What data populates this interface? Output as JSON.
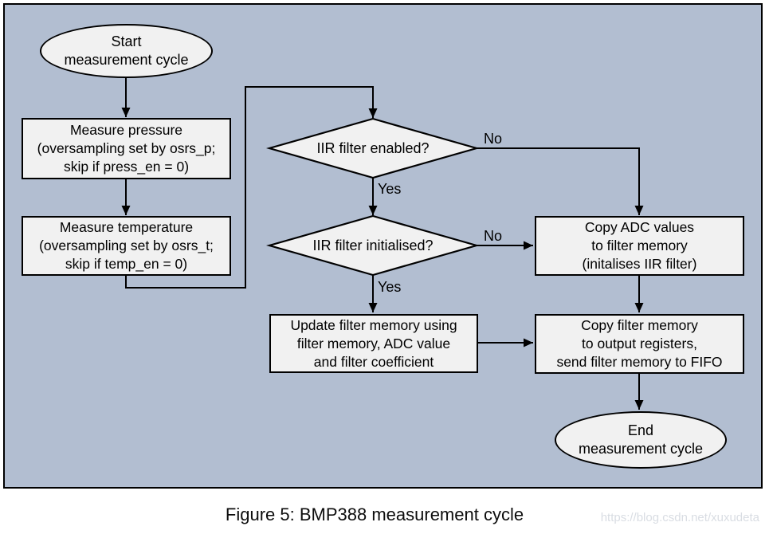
{
  "figure": {
    "caption": "Figure 5: BMP388 measurement cycle",
    "watermark": "https://blog.csdn.net/xuxudeta"
  },
  "colors": {
    "diagram_background": "#b2bed1",
    "node_fill": "#f1f1f1",
    "stroke": "#000000",
    "watermark_text": "#d9dde3"
  },
  "flowchart": {
    "nodes": {
      "start": {
        "type": "terminator",
        "text": "Start\nmeasurement cycle"
      },
      "measure_pressure": {
        "type": "process",
        "text": "Measure pressure\n(oversampling set by osrs_p;\nskip if press_en = 0)"
      },
      "measure_temperature": {
        "type": "process",
        "text": "Measure temperature\n(oversampling set by osrs_t;\nskip if temp_en = 0)"
      },
      "iir_enabled": {
        "type": "decision",
        "text": "IIR filter enabled?"
      },
      "iir_initialised": {
        "type": "decision",
        "text": "IIR filter initialised?"
      },
      "copy_adc": {
        "type": "process",
        "text": "Copy ADC values\nto filter memory\n(initalises IIR filter)"
      },
      "update_filter": {
        "type": "process",
        "text": "Update filter memory using\nfilter memory, ADC value\nand filter coefficient"
      },
      "copy_filter": {
        "type": "process",
        "text": "Copy filter memory\nto output registers,\nsend filter memory to FIFO"
      },
      "end": {
        "type": "terminator",
        "text": "End\nmeasurement cycle"
      }
    },
    "edge_labels": {
      "enabled_no": "No",
      "enabled_yes": "Yes",
      "initialised_no": "No",
      "initialised_yes": "Yes"
    }
  }
}
